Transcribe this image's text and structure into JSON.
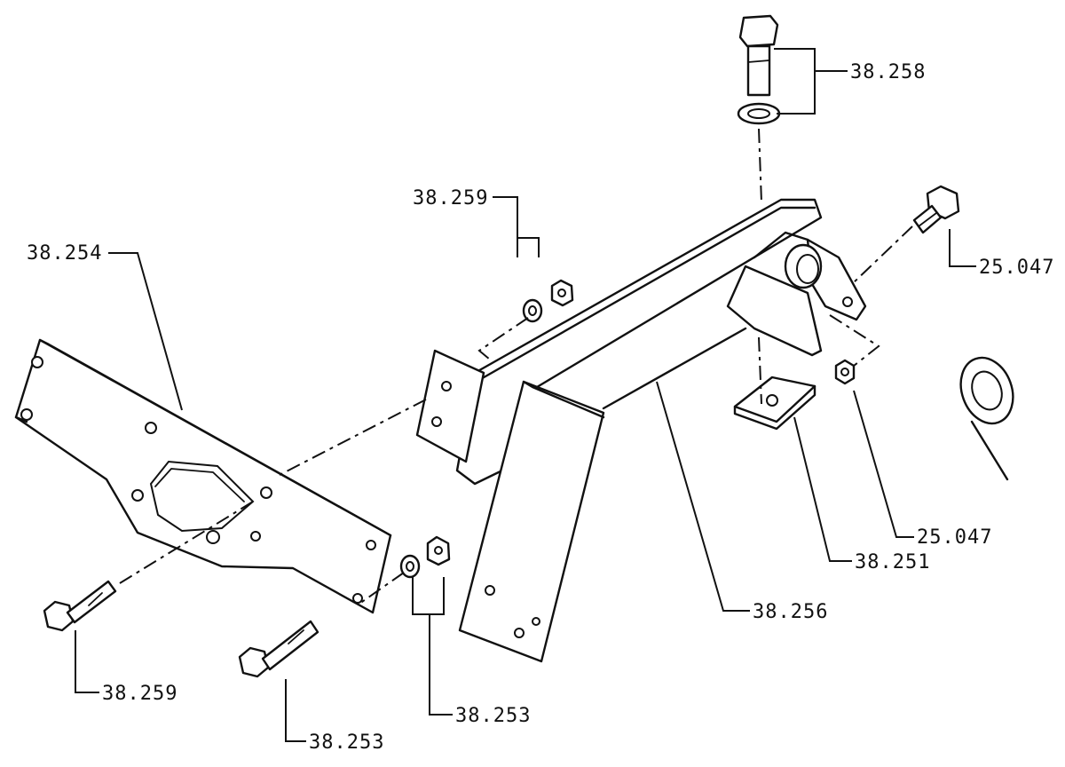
{
  "diagram": {
    "callouts": [
      {
        "id": "c1",
        "text": "38.258"
      },
      {
        "id": "c2",
        "text": "38.259"
      },
      {
        "id": "c3",
        "text": "38.254"
      },
      {
        "id": "c4",
        "text": "25.047"
      },
      {
        "id": "c5",
        "text": "25.047"
      },
      {
        "id": "c6",
        "text": "38.251"
      },
      {
        "id": "c7",
        "text": "38.256"
      },
      {
        "id": "c8",
        "text": "38.259"
      },
      {
        "id": "c9",
        "text": "38.253"
      },
      {
        "id": "c10",
        "text": "38.253"
      }
    ]
  }
}
